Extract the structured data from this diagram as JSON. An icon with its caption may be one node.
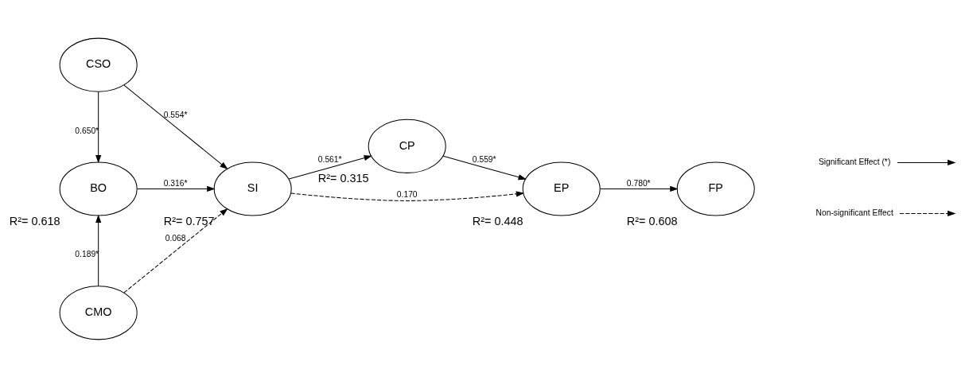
{
  "diagram": {
    "nodes": [
      {
        "text": [
          "CSO"
        ]
      },
      {
        "text": [
          "BO"
        ],
        "beside": [
          "R²= 0.618"
        ]
      },
      {
        "text": [
          "SI"
        ],
        "beside": [
          "R²= 0.757"
        ]
      },
      {
        "text": [
          "CMO"
        ]
      },
      {
        "text": [
          "CP"
        ],
        "beside": [
          "R²= 0.315"
        ]
      },
      {
        "text": [
          "EP"
        ],
        "beside": [
          "R²= 0.448"
        ]
      },
      {
        "text": [
          "FP"
        ],
        "beside": [
          "R²= 0.608"
        ]
      }
    ],
    "edges": [
      {
        "from": 0,
        "to": 1,
        "arrow": "to",
        "label": "0.650*"
      },
      {
        "from": 0,
        "to": 2,
        "arrow": "to",
        "label": "0.554*"
      },
      {
        "from": 1,
        "to": 2,
        "arrow": "to",
        "label": "0.316*"
      },
      {
        "from": 3,
        "to": 1,
        "arrow": "to",
        "label": "0.189*"
      },
      {
        "from": 3,
        "to": 2,
        "arrow": "to",
        "label": "0.068",
        "style": "dashed"
      },
      {
        "from": 2,
        "to": 5,
        "arrow": "to",
        "label": "0.170",
        "style": "dashed"
      },
      {
        "from": 2,
        "to": 4,
        "arrow": "to",
        "label": "0.561*"
      },
      {
        "from": 4,
        "to": 5,
        "arrow": "to",
        "label": "0.559*"
      },
      {
        "from": 5,
        "to": 6,
        "arrow": "to",
        "label": "0.780*"
      }
    ],
    "legend": [
      {
        "text": "Significant Effect (*)"
      },
      {
        "text": "Non-significant Effect"
      }
    ]
  }
}
